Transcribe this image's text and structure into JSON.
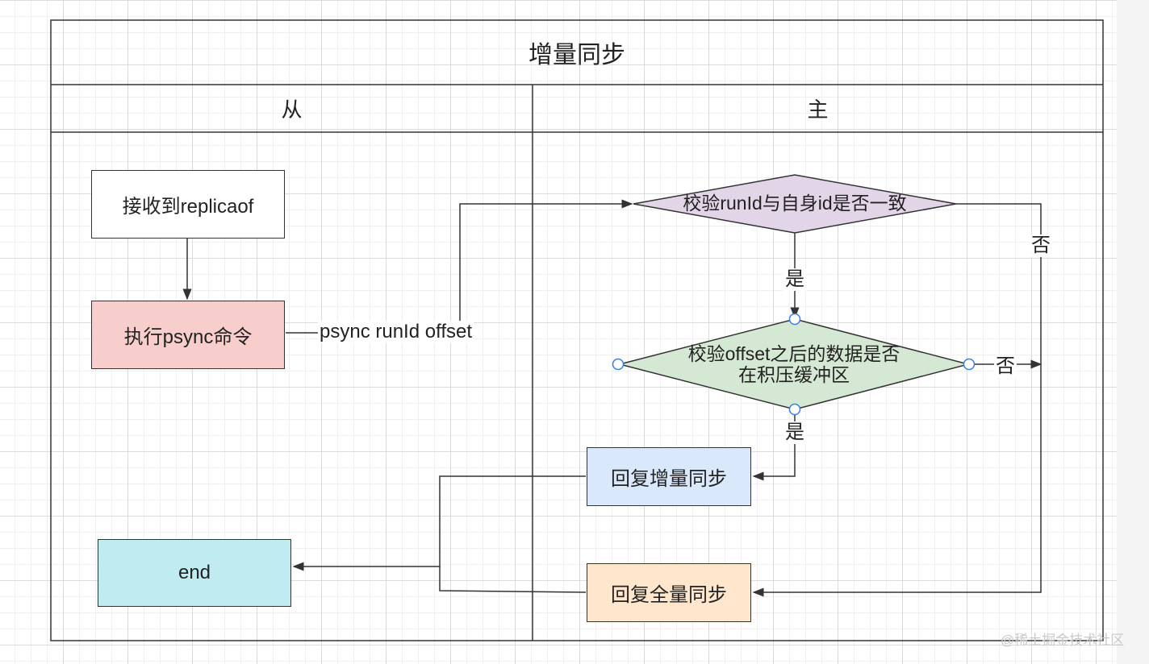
{
  "title": "增量同步",
  "lanes": {
    "left": "从",
    "right": "主"
  },
  "nodes": {
    "receive": "接收到replicaof",
    "psync": "执行psync命令",
    "check_runid": "校验runId与自身id是否一致",
    "check_offset_line1": "校验offset之后的数据是否",
    "check_offset_line2": "在积压缓冲区",
    "reply_incremental": "回复增量同步",
    "reply_full": "回复全量同步",
    "end": "end"
  },
  "edges": {
    "psync_command": "psync runId offset",
    "yes_1": "是",
    "yes_2": "是",
    "no_1": "否",
    "no_2": "否"
  },
  "colors": {
    "psync_fill": "#f8cecc",
    "runid_fill": "#e1d5e7",
    "offset_fill": "#d5e8d4",
    "incremental_fill": "#dae8fc",
    "full_fill": "#ffe6cc",
    "end_fill": "#c0ebf0",
    "connector_point": "#3c7ee0"
  },
  "watermark": "@稀土掘金技术社区"
}
